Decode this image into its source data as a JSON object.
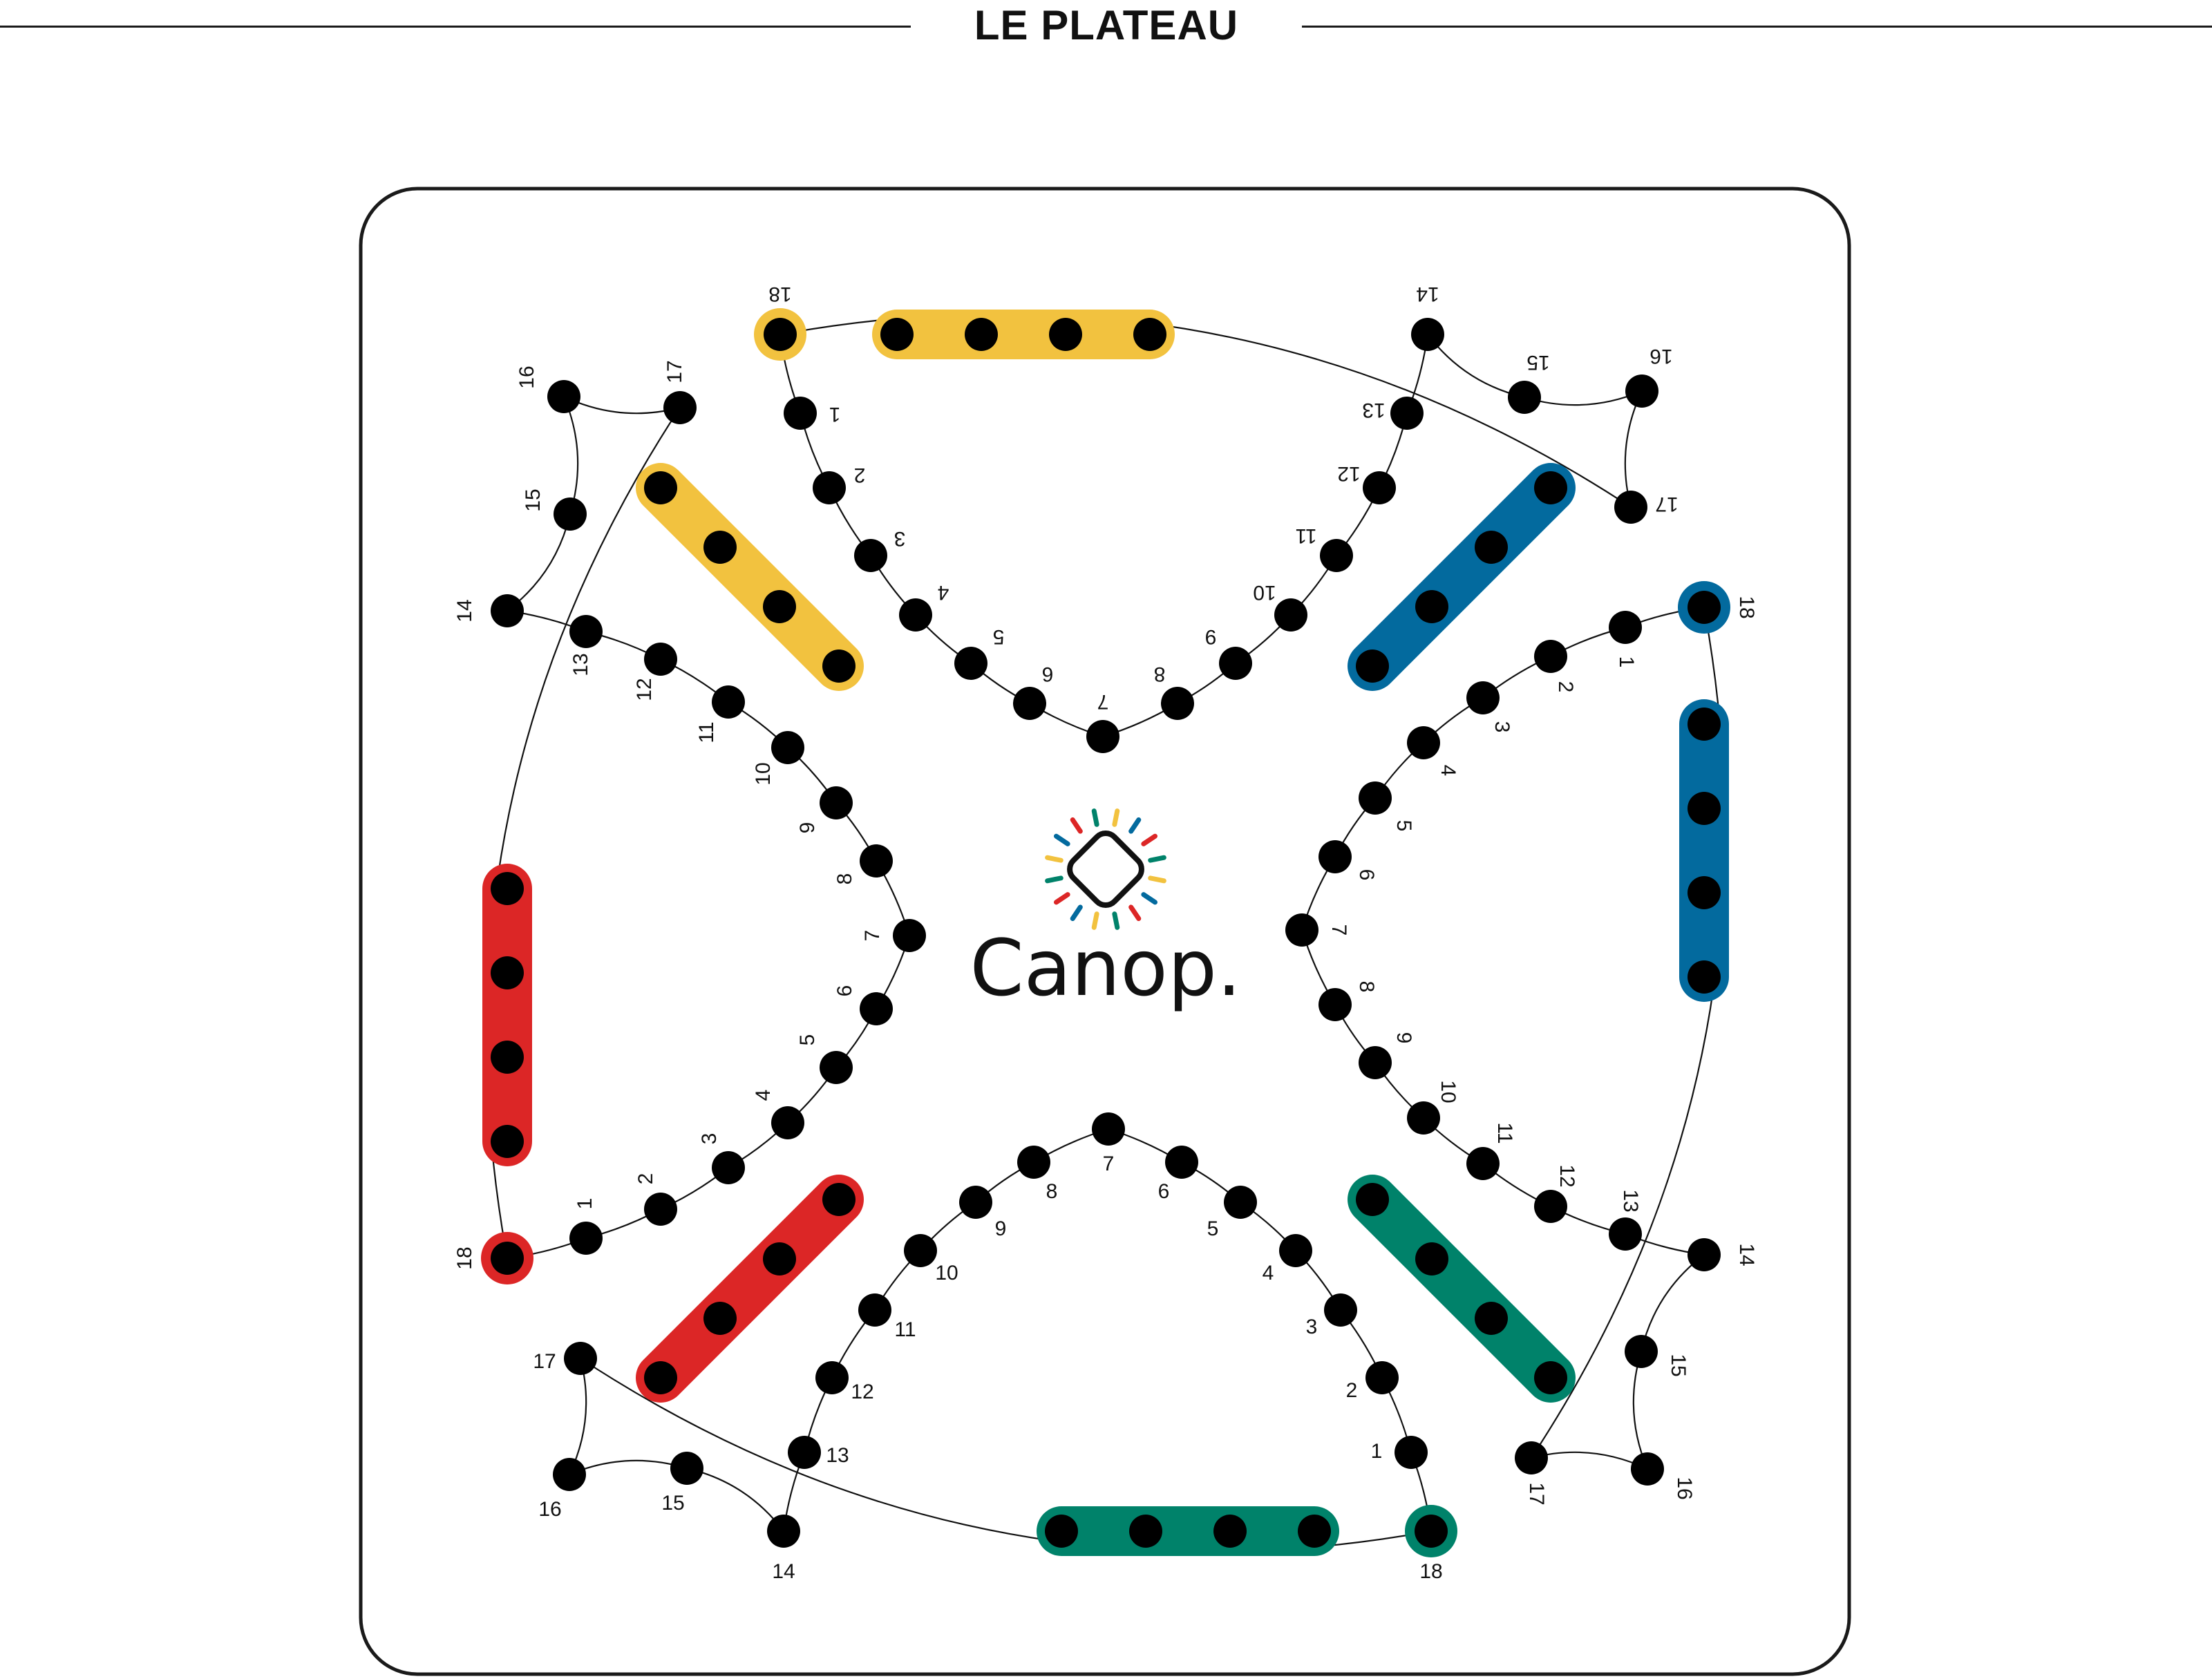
{
  "header": {
    "title": "LE PLATEAU"
  },
  "brand": {
    "name": "Canop."
  },
  "colors": {
    "yellow": "#F2C23F",
    "blue": "#036A9E",
    "red": "#DC2626",
    "green": "#00826A",
    "hole": "#000000",
    "board_border": "#1a1a1a"
  },
  "board": {
    "tracks": [
      {
        "color": "yellow",
        "labels": [
          "18",
          "1",
          "2",
          "3",
          "4",
          "5",
          "6",
          "7",
          "8",
          "9",
          "10",
          "11",
          "12",
          "13",
          "14",
          "15",
          "16",
          "17"
        ]
      },
      {
        "color": "blue",
        "labels": [
          "18",
          "1",
          "2",
          "3",
          "4",
          "5",
          "6",
          "7",
          "8",
          "9",
          "10",
          "11",
          "12",
          "13",
          "14",
          "15",
          "16",
          "17"
        ]
      },
      {
        "color": "green",
        "labels": [
          "18",
          "1",
          "2",
          "3",
          "4",
          "5",
          "6",
          "7",
          "8",
          "9",
          "10",
          "11",
          "12",
          "13",
          "14",
          "15",
          "16",
          "17"
        ]
      },
      {
        "color": "red",
        "labels": [
          "18",
          "1",
          "2",
          "3",
          "4",
          "5",
          "6",
          "7",
          "8",
          "9",
          "10",
          "11",
          "12",
          "13",
          "14",
          "15",
          "16",
          "17"
        ]
      }
    ],
    "home_rows": {
      "yellow": 4,
      "blue": 4,
      "green": 4,
      "red": 4
    },
    "bases": {
      "yellow": 4,
      "blue": 4,
      "green": 4,
      "red": 4
    }
  }
}
